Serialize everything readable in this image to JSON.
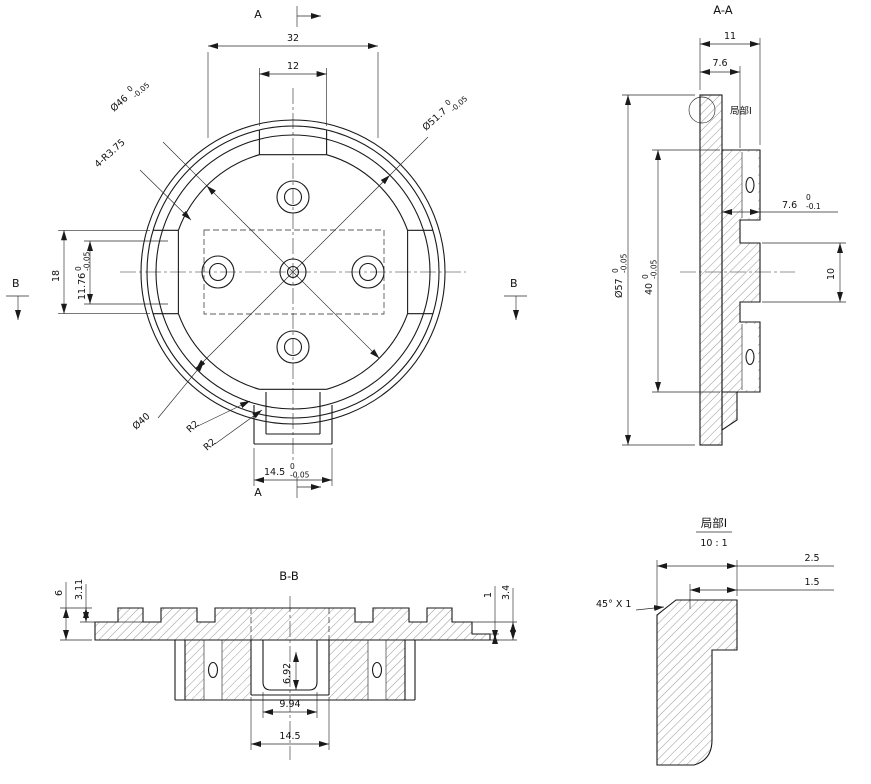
{
  "colors": {
    "background": "#ffffff",
    "line": "#1a1a1a"
  },
  "front_view": {
    "sec_a_top": "A",
    "sec_a_bottom": "A",
    "sec_b_left": "B",
    "sec_b_right": "B",
    "dim_32": "32",
    "dim_12": "12",
    "dia46": {
      "nominal": "Ø46",
      "tol_upper": "0",
      "tol_lower": "-0.05"
    },
    "dia517": {
      "nominal": "Ø51.7",
      "tol_upper": "0",
      "tol_lower": "-0.05"
    },
    "fillet_label": "4-R3.75",
    "dim_18": "18",
    "dim_1176": {
      "nominal": "11.76",
      "tol_upper": "0",
      "tol_lower": "-0.05"
    },
    "dia40_label": "Ø40",
    "r2_upper": "R2",
    "r2_lower": "R2",
    "dim_145": {
      "nominal": "14.5",
      "tol_upper": "0",
      "tol_lower": "-0.05"
    }
  },
  "section_aa": {
    "title": "A-A",
    "dim_11": "11",
    "dim_76_top": "7.6",
    "detail_callout": "局部I",
    "dia57": {
      "nominal": "Ø57",
      "tol_upper": "0",
      "tol_lower": "-0.05"
    },
    "dim_40": {
      "nominal": "40",
      "tol_upper": "0",
      "tol_lower": "-0.05"
    },
    "dim_76_right": {
      "nominal": "7.6",
      "tol_upper": "0",
      "tol_lower": "-0.1"
    },
    "dim_10": "10"
  },
  "section_bb": {
    "title": "B-B",
    "dim_6": "6",
    "dim_311": "3.11",
    "dim_1": "1",
    "dim_34": "3.4",
    "dim_692": "6.92",
    "dim_994": "9.94",
    "dim_145": "14.5"
  },
  "detail_view": {
    "title": "局部I",
    "scale": "10 : 1",
    "dim_25": "2.5",
    "dim_15": "1.5",
    "chamfer_label": "45° X 1"
  }
}
